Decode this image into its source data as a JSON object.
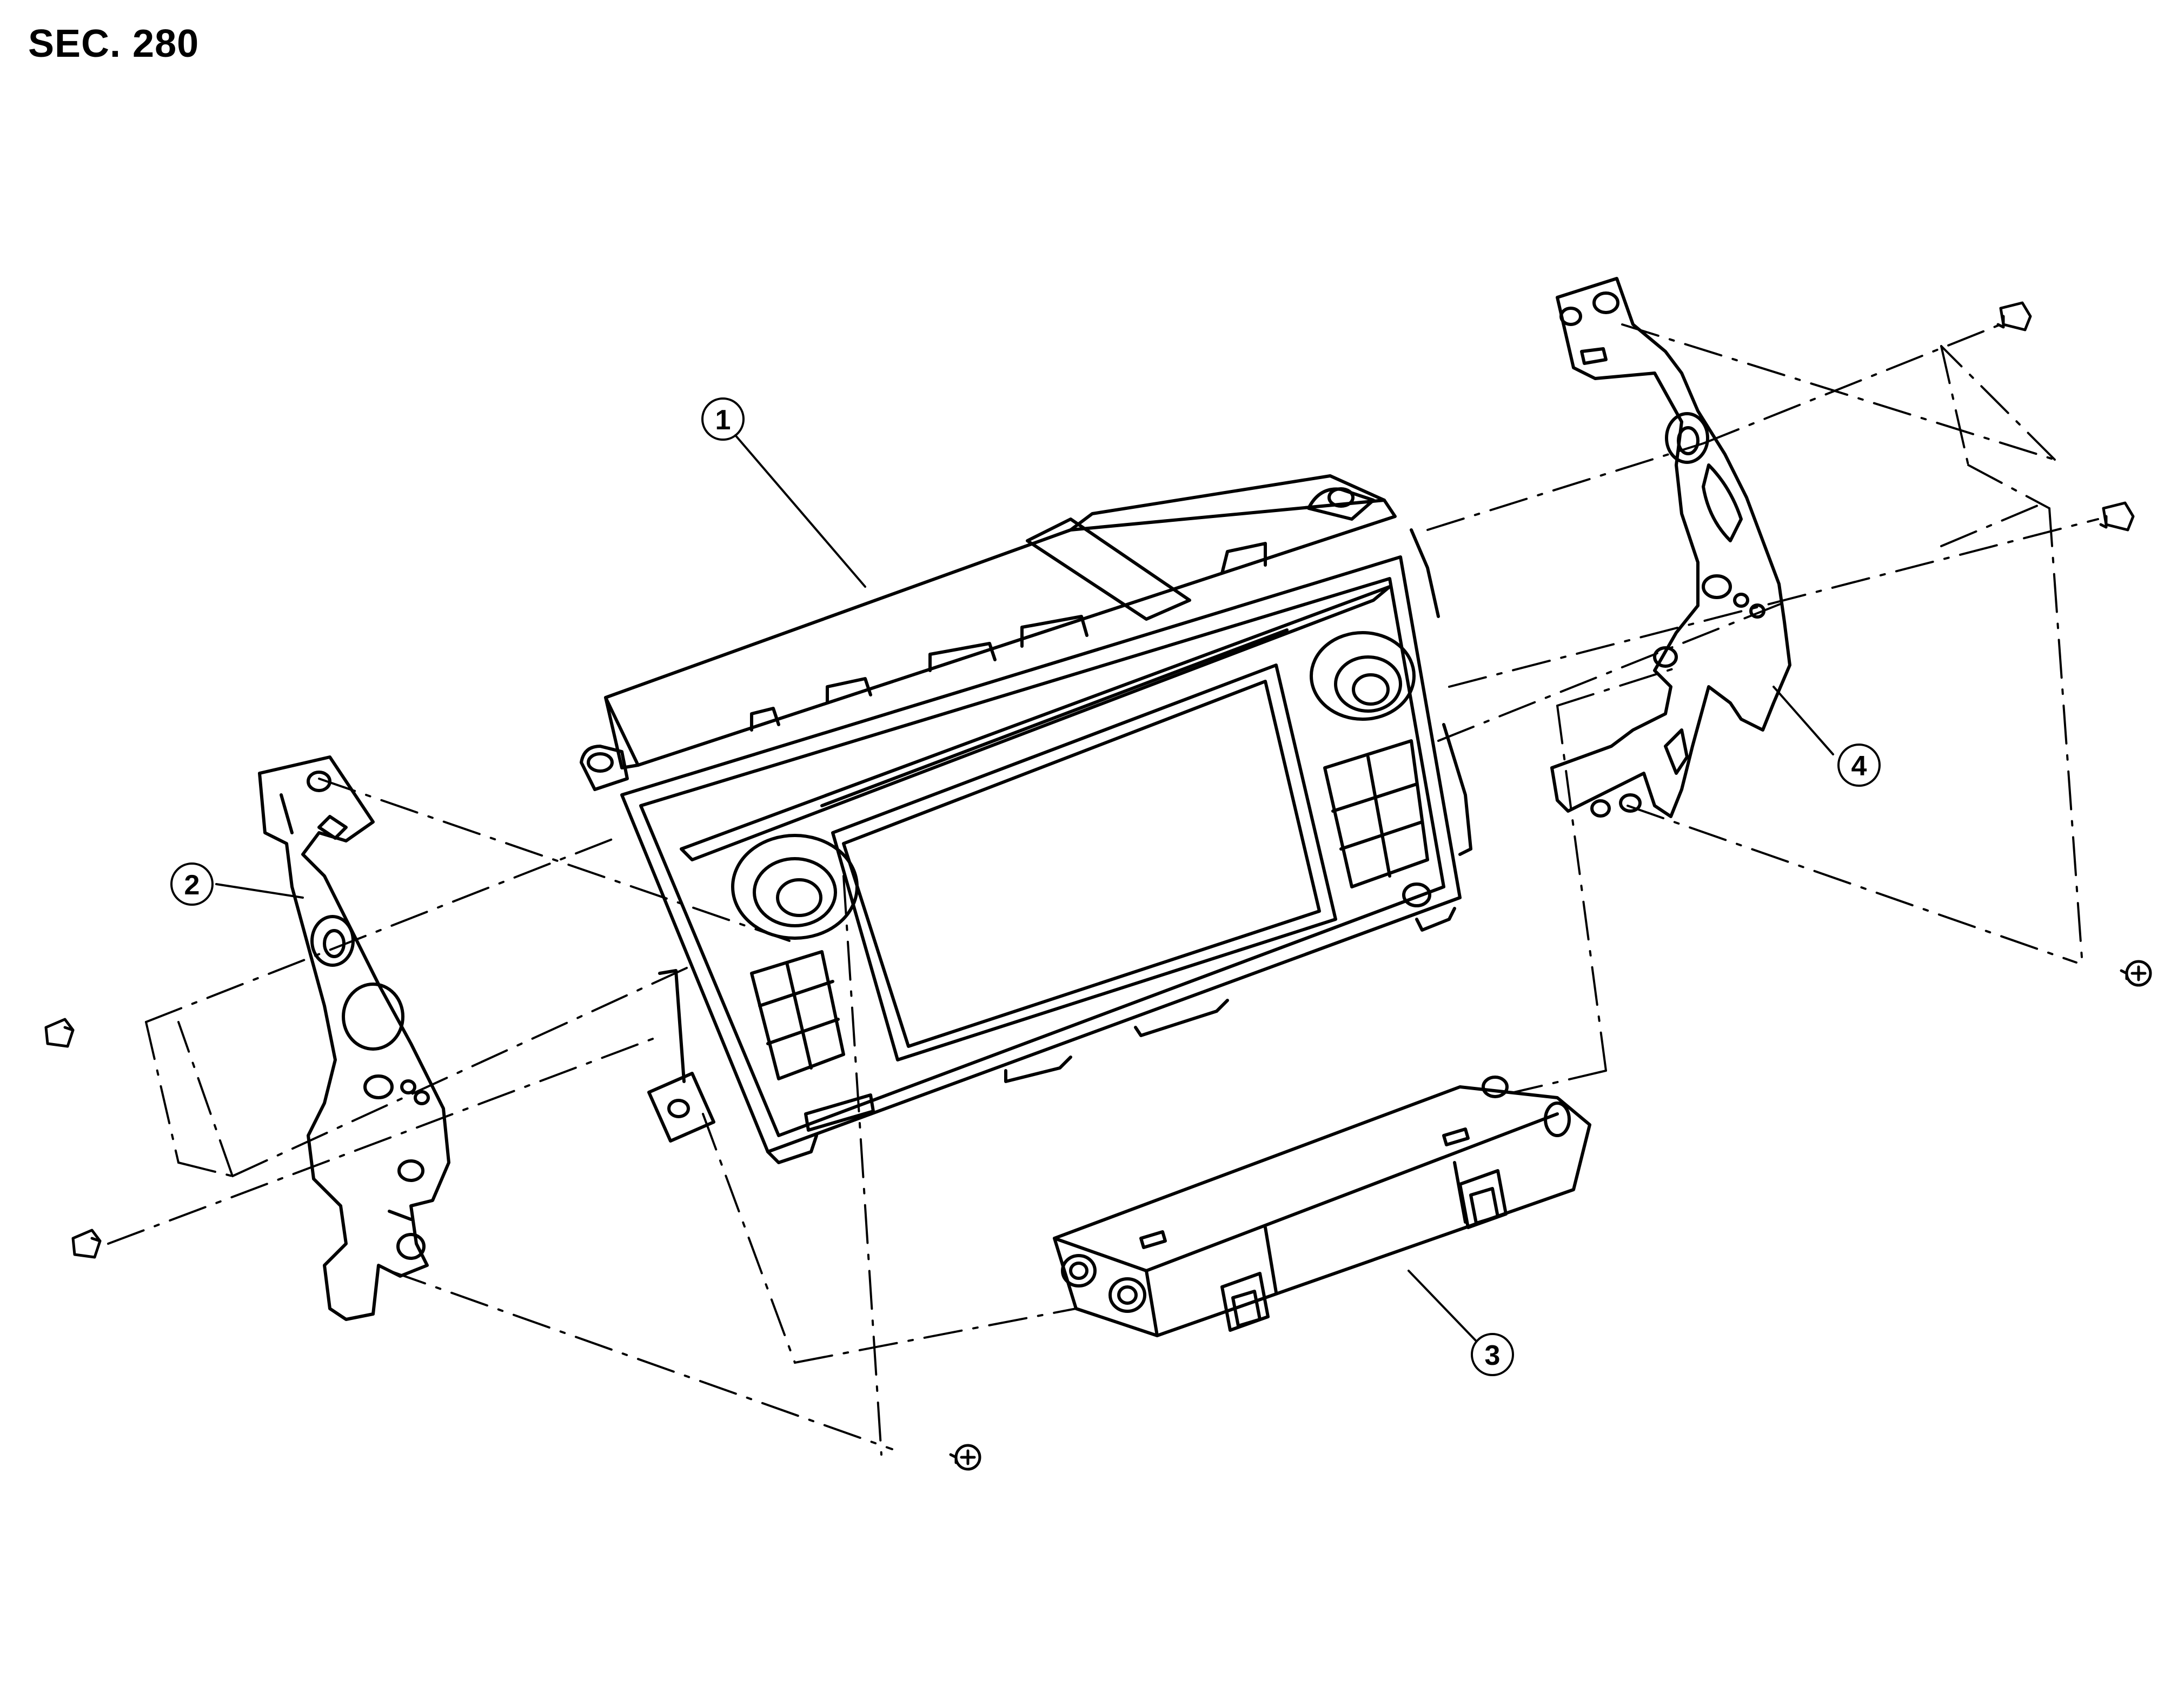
{
  "header": {
    "section": "SEC. 280"
  },
  "callouts": {
    "c1": "1",
    "c2": "2",
    "c3": "3",
    "c4": "4"
  },
  "colors": {
    "ink": "#000000",
    "paper": "#ffffff"
  }
}
